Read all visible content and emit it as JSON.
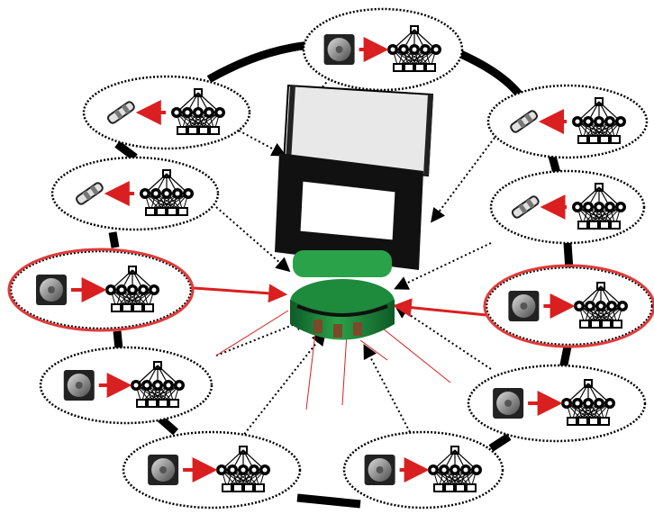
{
  "diagram": {
    "ring_color": "#000000",
    "highlight_color": "#e03a3a",
    "arrow_color": "#d91f1f",
    "robot": {
      "body_color": "#1e8a3b",
      "body_dark": "#0e5a26",
      "frame_color": "#111111"
    },
    "modules": [
      {
        "id": "top",
        "sensor": "rangefinder-icon",
        "highlighted": false
      },
      {
        "id": "upper-left",
        "sensor": "ir-sensor-icon",
        "highlighted": false
      },
      {
        "id": "upper-right",
        "sensor": "ir-sensor-icon",
        "highlighted": false
      },
      {
        "id": "mid-left",
        "sensor": "ir-sensor-icon",
        "highlighted": false
      },
      {
        "id": "mid-right",
        "sensor": "ir-sensor-icon",
        "highlighted": false
      },
      {
        "id": "left",
        "sensor": "rangefinder-icon",
        "highlighted": true
      },
      {
        "id": "right",
        "sensor": "rangefinder-icon",
        "highlighted": true
      },
      {
        "id": "lower-left",
        "sensor": "rangefinder-icon",
        "highlighted": false
      },
      {
        "id": "lower-right",
        "sensor": "rangefinder-icon",
        "highlighted": false
      },
      {
        "id": "bottom-left",
        "sensor": "rangefinder-icon",
        "highlighted": false
      },
      {
        "id": "bottom-right",
        "sensor": "rangefinder-icon",
        "highlighted": false
      }
    ]
  }
}
